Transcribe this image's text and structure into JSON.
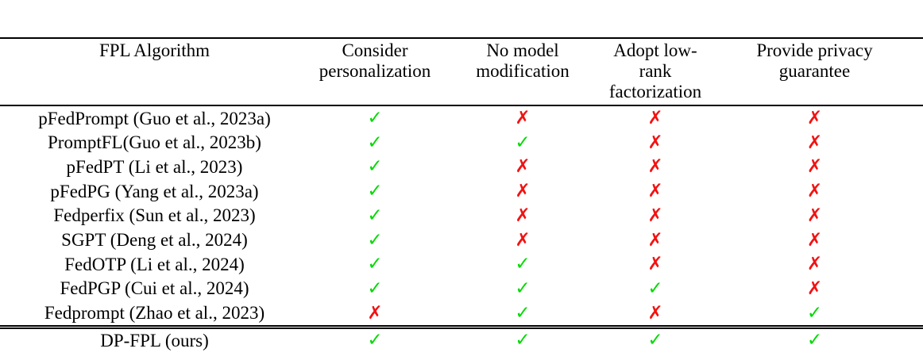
{
  "table": {
    "header": [
      {
        "line1": "FPL Algorithm",
        "line2": ""
      },
      {
        "line1": "Consider",
        "line2": "personalization"
      },
      {
        "line1": "No model",
        "line2": "modification"
      },
      {
        "line1": "Adopt low-rank",
        "line2": "factorization"
      },
      {
        "line1": "Provide privacy",
        "line2": "guarantee"
      }
    ],
    "rows": [
      {
        "algorithm": "pFedPrompt (Guo et al., 2023a)",
        "marks": [
          true,
          false,
          false,
          false
        ]
      },
      {
        "algorithm": "PromptFL(Guo et al., 2023b)",
        "marks": [
          true,
          true,
          false,
          false
        ]
      },
      {
        "algorithm": "pFedPT (Li et al., 2023)",
        "marks": [
          true,
          false,
          false,
          false
        ]
      },
      {
        "algorithm": "pFedPG (Yang et al., 2023a)",
        "marks": [
          true,
          false,
          false,
          false
        ]
      },
      {
        "algorithm": "Fedperfix (Sun et al., 2023)",
        "marks": [
          true,
          false,
          false,
          false
        ]
      },
      {
        "algorithm": "SGPT (Deng et al., 2024)",
        "marks": [
          true,
          false,
          false,
          false
        ]
      },
      {
        "algorithm": "FedOTP (Li et al., 2024)",
        "marks": [
          true,
          true,
          false,
          false
        ]
      },
      {
        "algorithm": "FedPGP (Cui et al., 2024)",
        "marks": [
          true,
          true,
          true,
          false
        ]
      },
      {
        "algorithm": "Fedprompt (Zhao et al., 2023)",
        "marks": [
          false,
          true,
          false,
          true
        ]
      }
    ],
    "final_row": {
      "algorithm": "DP-FPL (ours)",
      "marks": [
        true,
        true,
        true,
        true
      ]
    },
    "marks": {
      "check_glyph": "✓",
      "cross_glyph": "✗",
      "check_color": "#00da00",
      "cross_color": "#f21212"
    }
  }
}
